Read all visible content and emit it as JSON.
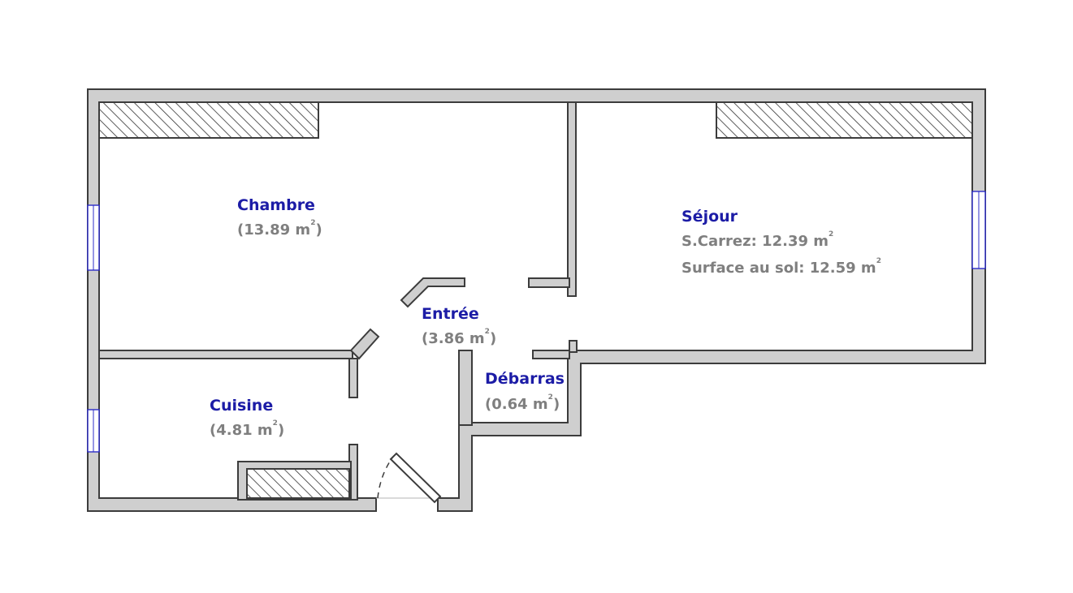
{
  "rooms": {
    "chambre": {
      "name": "Chambre",
      "area_value": "(13.89 m",
      "area_suffix": ")"
    },
    "sejour": {
      "name": "Séjour",
      "carrez_value": "S.Carrez: 12.39 m",
      "sol_value": "Surface au sol: 12.59 m"
    },
    "entree": {
      "name": "Entrée",
      "area_value": "(3.86 m",
      "area_suffix": ")"
    },
    "debarras": {
      "name": "Débarras",
      "area_value": "(0.64 m",
      "area_suffix": ")"
    },
    "cuisine": {
      "name": "Cuisine",
      "area_value": "(4.81 m",
      "area_suffix": ")"
    }
  },
  "units": {
    "square_exponent": "2"
  },
  "colors": {
    "room_name": "#1c1ca6",
    "area_text": "#7f7f7f",
    "wall_fill": "#cfcfcf",
    "wall_stroke": "#3c3c3c",
    "window_stroke": "#2c2cc8"
  }
}
